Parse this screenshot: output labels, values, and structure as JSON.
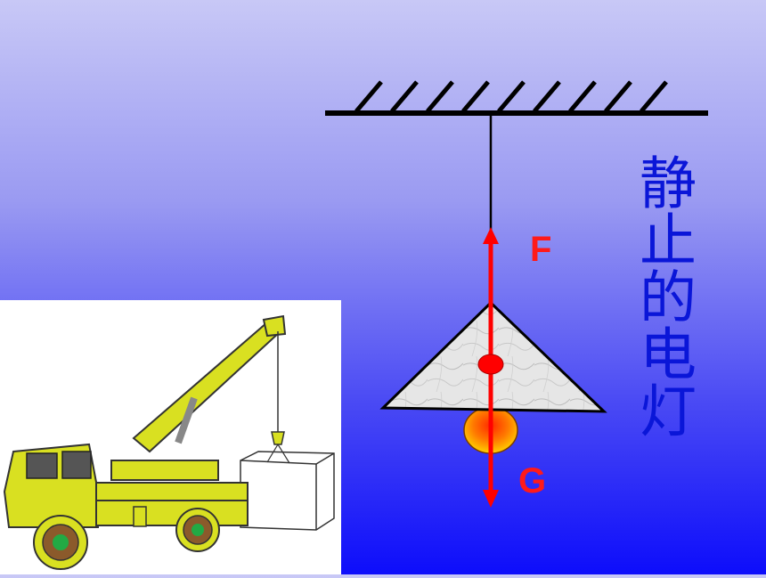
{
  "labels": {
    "force_up": "F",
    "force_down": "G",
    "caption": "静止的电灯"
  },
  "colors": {
    "force_arrow": "#ff0000",
    "caption": "#0a16d8",
    "crane_body": "#d9e021",
    "wheel_hub": "#22aa44"
  }
}
